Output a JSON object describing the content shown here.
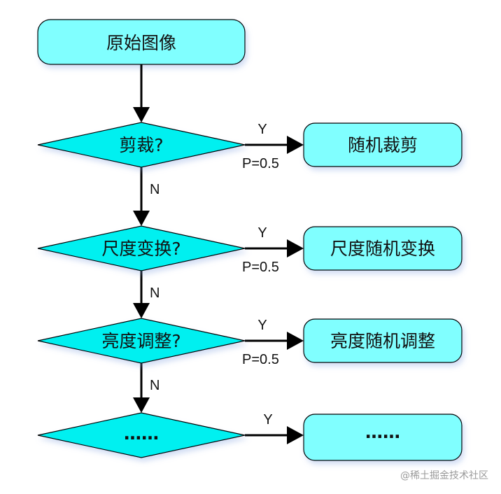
{
  "diagram": {
    "start": {
      "label": "原始图像"
    },
    "decisions": [
      {
        "label": "剪裁?",
        "yes_label": "Y",
        "prob_label": "P=0.5",
        "no_label": "N",
        "action": "随机裁剪"
      },
      {
        "label": "尺度变换?",
        "yes_label": "Y",
        "prob_label": "P=0.5",
        "no_label": "N",
        "action": "尺度随机变换"
      },
      {
        "label": "亮度调整?",
        "yes_label": "Y",
        "prob_label": "P=0.5",
        "no_label": "N",
        "action": "亮度随机调整"
      },
      {
        "label": "……",
        "yes_label": "Y",
        "prob_label": "",
        "no_label": "",
        "action": "……"
      }
    ],
    "colors": {
      "diamond_fill": "#00f0f0",
      "box_fill": "#80ffff",
      "stroke": "#000000"
    }
  },
  "watermark": "@稀土掘金技术社区"
}
